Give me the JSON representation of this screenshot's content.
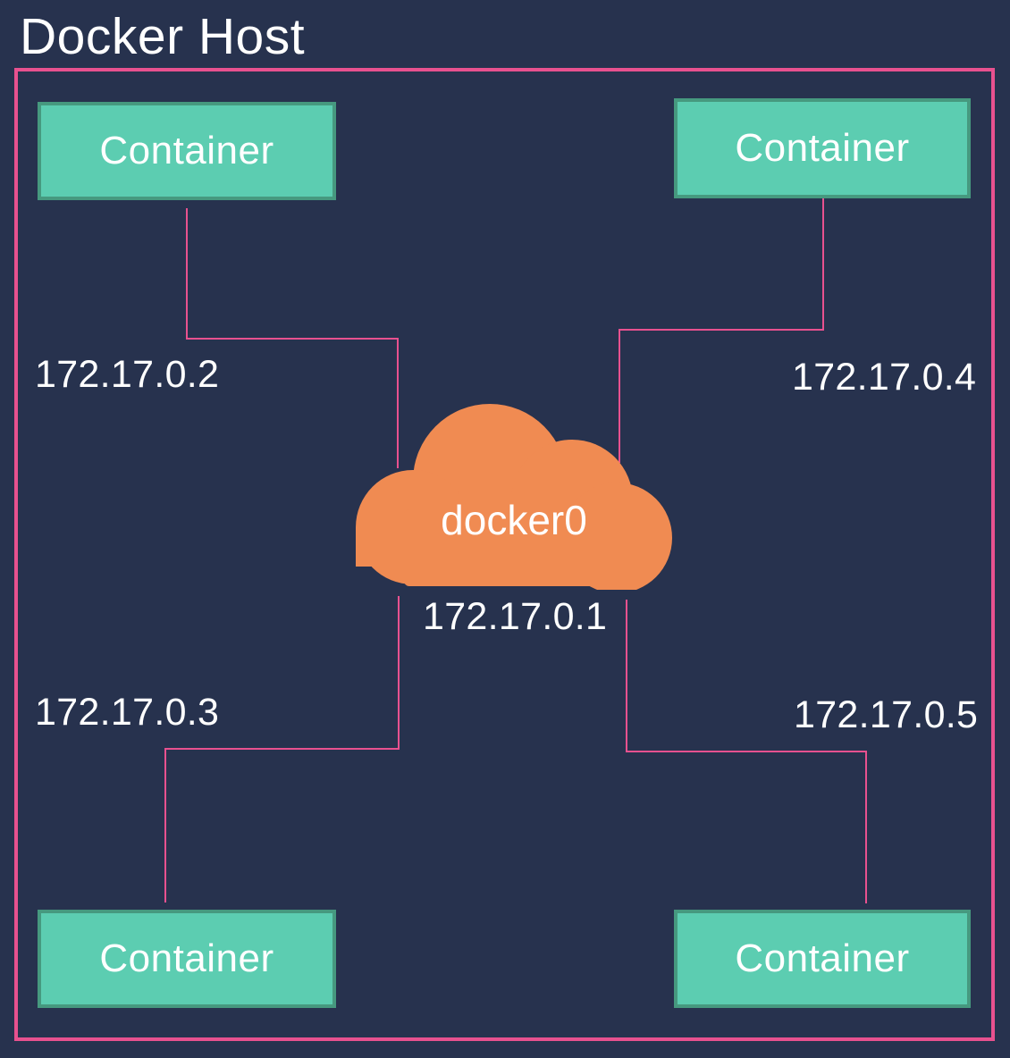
{
  "diagram": {
    "title": "Docker Host",
    "colors": {
      "background": "#27324e",
      "frame": "#e8518f",
      "link": "#e8518f",
      "container_fill": "#5ccdb1",
      "container_border": "#46997f",
      "bridge_fill": "#f08b52",
      "text": "#ffffff"
    },
    "bridge": {
      "name": "docker0",
      "ip": "172.17.0.1",
      "shape": "cloud-icon"
    },
    "containers": [
      {
        "label": "Container",
        "ip": "172.17.0.2",
        "position": "top-left"
      },
      {
        "label": "Container",
        "ip": "172.17.0.4",
        "position": "top-right"
      },
      {
        "label": "Container",
        "ip": "172.17.0.3",
        "position": "bottom-left"
      },
      {
        "label": "Container",
        "ip": "172.17.0.5",
        "position": "bottom-right"
      }
    ],
    "edges": [
      {
        "from": "container-top-left",
        "to": "docker0"
      },
      {
        "from": "container-top-right",
        "to": "docker0"
      },
      {
        "from": "container-bottom-left",
        "to": "docker0"
      },
      {
        "from": "container-bottom-right",
        "to": "docker0"
      }
    ]
  }
}
